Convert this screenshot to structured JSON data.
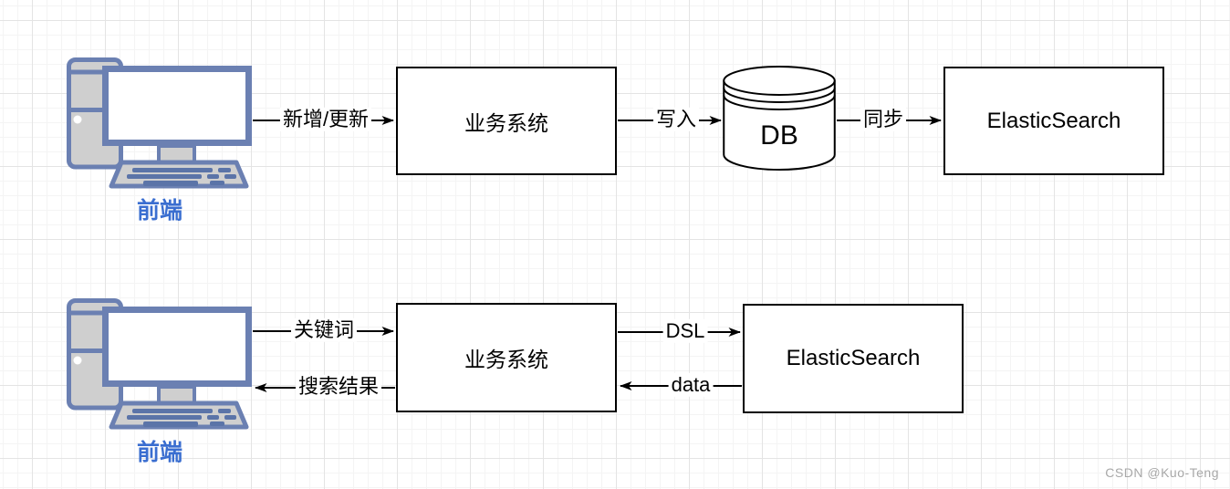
{
  "watermark": "CSDN @Kuo-Teng",
  "colors": {
    "box_border": "#000000",
    "box_fill": "#ffffff",
    "arrow": "#000000",
    "computer_icon_stroke": "#6b80b2",
    "computer_icon_fill": "#cfcfcf",
    "frontend_label_blue": "#3a6ed0",
    "watermark_gray": "#a8a8a8"
  },
  "top_flow": {
    "frontend": "前端",
    "business_system": "业务系统",
    "db": "DB",
    "elasticsearch": "ElasticSearch",
    "edge_new_update": "新增/更新",
    "edge_write": "写入",
    "edge_sync": "同步"
  },
  "bottom_flow": {
    "frontend": "前端",
    "business_system": "业务系统",
    "elasticsearch": "ElasticSearch",
    "edge_keyword": "关键词",
    "edge_search_result": "搜索结果",
    "edge_dsl": "DSL",
    "edge_data": "data"
  }
}
